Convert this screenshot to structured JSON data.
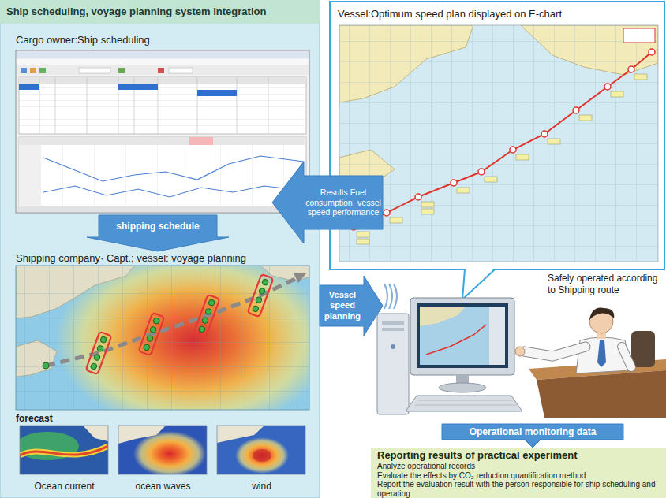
{
  "diagram": {
    "nodes": [
      {
        "text": [
          "Ship scheduling, voyage planning system integration"
        ]
      },
      {
        "text": [
          "Cargo owner:Ship scheduling"
        ],
        "in": 0
      },
      {
        "text": [
          "shipping schedule"
        ],
        "in": 0
      },
      {
        "text": [
          "Shipping company· Capt.; vessel: voyage planning"
        ],
        "in": 0
      },
      {
        "text": [
          "forecast"
        ],
        "in": 0
      },
      {
        "text": [
          "Ocean current"
        ],
        "in": 4
      },
      {
        "text": [
          "ocean waves"
        ],
        "in": 4
      },
      {
        "text": [
          "wind"
        ],
        "in": 4
      },
      {
        "text": [
          "Vessel:Optimum speed plan displayed on E-chart"
        ]
      },
      {
        "text": [
          "Results Fuel consumption· vessel speed performance"
        ]
      },
      {
        "text": [
          "Vessel speed planning"
        ]
      },
      {
        "text": [
          "Operational monitoring data"
        ]
      },
      {
        "text": [
          "Reporting results of practical experiment",
          "Analyze operational records",
          "Evaluate the effects by CO₂ reduction quantification method",
          "Report the evaluation result with the person responsible for ship scheduling and operating"
        ]
      }
    ],
    "labels": [
      "Safely operated according to Shipping route"
    ]
  }
}
